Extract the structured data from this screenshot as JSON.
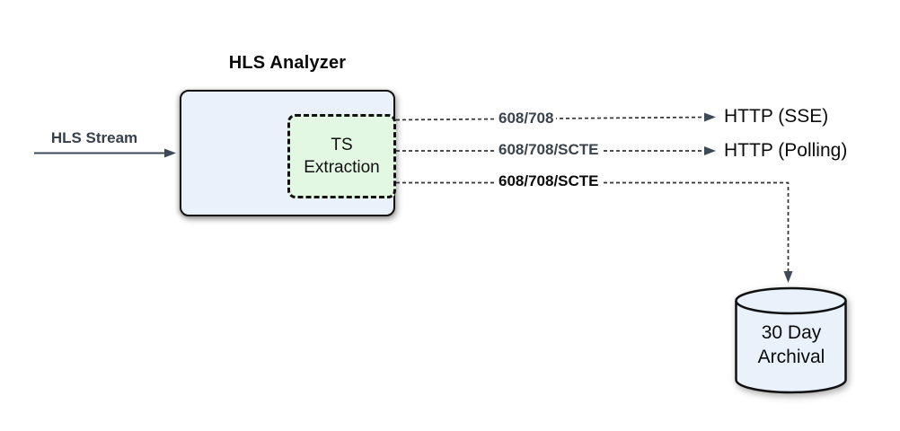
{
  "diagram": {
    "title": "HLS Analyzer",
    "source": {
      "label": "HLS Stream"
    },
    "analyzer": {
      "extraction_label": "TS Extraction"
    },
    "flows": [
      {
        "label": "608/708",
        "target": "HTTP (SSE)"
      },
      {
        "label": "608/708/SCTE",
        "target": "HTTP (Polling)"
      },
      {
        "label": "608/708/SCTE"
      }
    ],
    "archive": {
      "label": "30 Day Archival"
    },
    "colors": {
      "analyzer_fill": "#E9F1FB",
      "extraction_fill": "#E3F8E3",
      "archive_fill": "#E9F1FB",
      "connector": "#333333",
      "arrow": "#3F4A57"
    }
  }
}
